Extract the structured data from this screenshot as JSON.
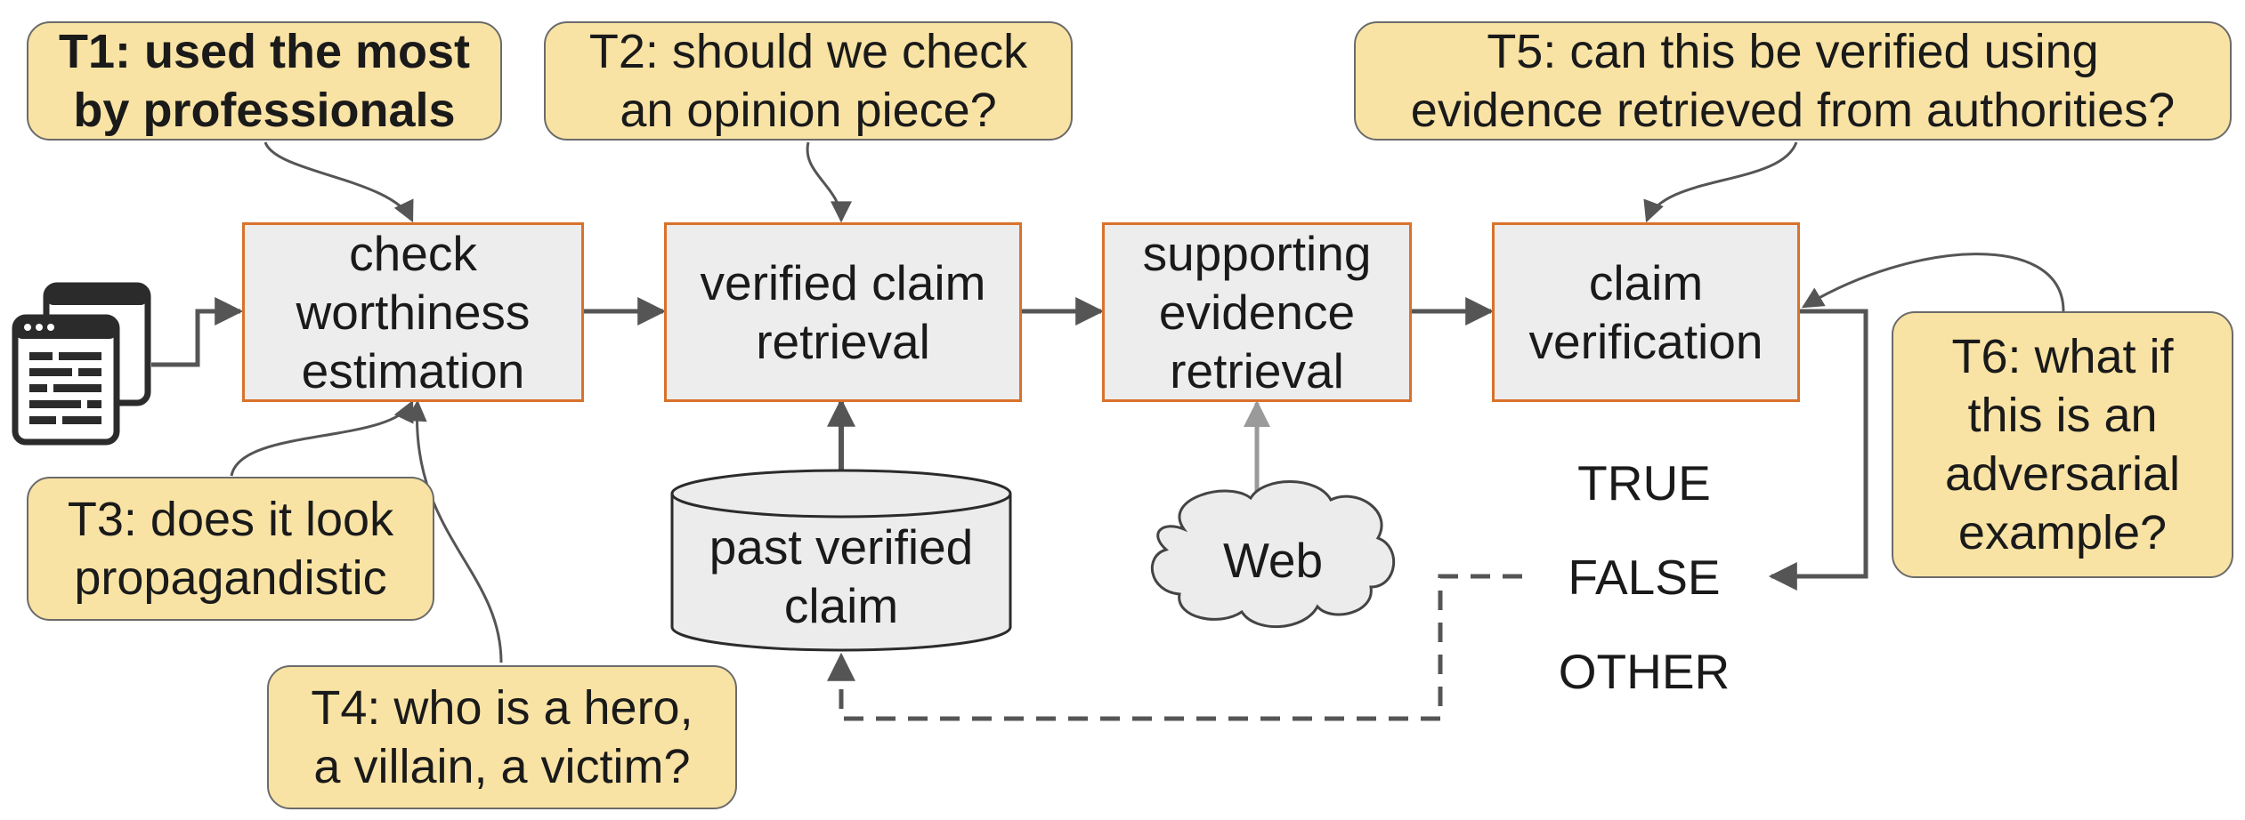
{
  "callouts": {
    "t1": {
      "bold": "T1:",
      "line1": " used the most",
      "line2": "by professionals"
    },
    "t2": {
      "line1": "T2: should we check",
      "line2": "an opinion piece?"
    },
    "t3": {
      "line1": "T3: does it look",
      "line2": "propagandistic"
    },
    "t4": {
      "line1": "T4: who is a hero,",
      "line2": "a villain, a victim?"
    },
    "t5": {
      "line1": "T5: can this be verified using",
      "line2": "evidence retrieved from authorities?"
    },
    "t6": {
      "line1": "T6: what if",
      "line2": "this is an",
      "line3": "adversarial",
      "line4": "example?"
    }
  },
  "steps": {
    "check_worthiness": {
      "line1": "check",
      "line2": "worthiness",
      "line3": "estimation"
    },
    "verified_claim": {
      "line1": "verified claim",
      "line2": "retrieval"
    },
    "supporting_evidence": {
      "line1": "supporting",
      "line2": "evidence",
      "line3": "retrieval"
    },
    "claim_verification": {
      "line1": "claim",
      "line2": "verification"
    }
  },
  "stores": {
    "past_verified": {
      "line1": "past verified",
      "line2": "claim"
    },
    "web": {
      "label": "Web"
    }
  },
  "verdicts": [
    "TRUE",
    "FALSE",
    "OTHER"
  ],
  "icons": {
    "documents": "documents-icon",
    "database": "database-cylinder-icon",
    "cloud": "cloud-icon"
  },
  "colors": {
    "callout_fill": "#f9e3a4",
    "step_fill": "#ededed",
    "step_border": "#d9722b",
    "arrow": "#555555",
    "web_arrow": "#9a9a9a"
  }
}
